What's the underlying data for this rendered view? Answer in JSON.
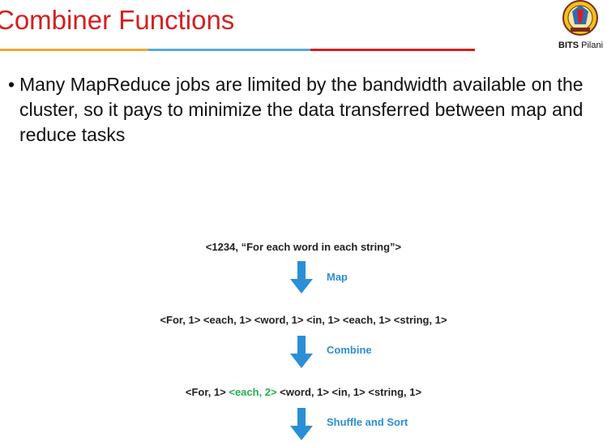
{
  "slide": {
    "title": "Combiner Functions",
    "colors": {
      "title": "#d42020",
      "rule_left": "#f0a830",
      "rule_mid": "#5aaad8",
      "rule_right": "#d42020",
      "arrow": "#2a8fd6",
      "highlight": "#22b14c"
    }
  },
  "logo": {
    "bold": "BITS",
    "rest": " Pilani",
    "icon": "bits-pilani-crest"
  },
  "bullets": [
    {
      "marker": "•",
      "text": "Many MapReduce jobs are limited by the bandwidth available on the cluster, so it pays to minimize the data transferred between map and reduce tasks"
    }
  ],
  "flow": {
    "input": "<1234, “For each word in each string”>",
    "steps": [
      {
        "label": "Map"
      },
      {
        "label": "Combine"
      },
      {
        "label": "Shuffle and Sort"
      }
    ],
    "map_output": "<For, 1> <each, 1> <word, 1> <in, 1> <each, 1> <string, 1>",
    "combine_output": {
      "before": "<For, 1> ",
      "highlight": "<each, 2>",
      "after": " <word, 1> <in, 1> <string, 1>"
    }
  }
}
